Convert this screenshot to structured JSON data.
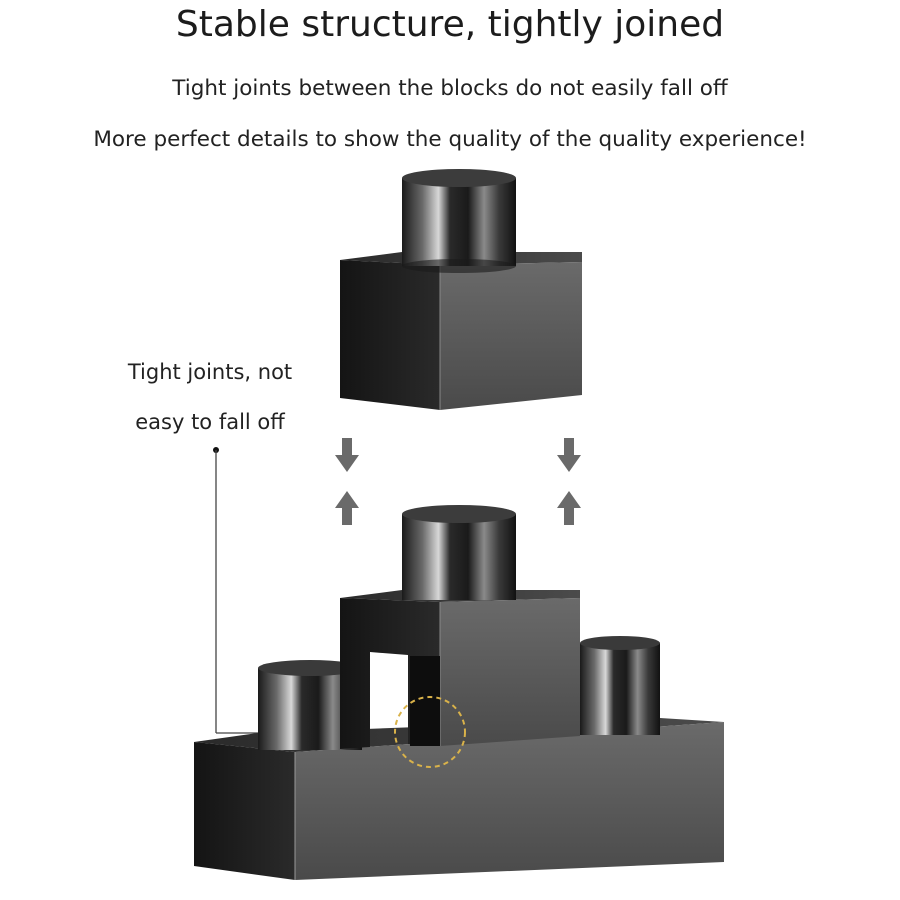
{
  "header": {
    "title": "Stable structure, tightly joined",
    "subtitle_line1": "Tight joints between the blocks do not easily fall off",
    "subtitle_line2": "More perfect details to show the quality of the quality experience!"
  },
  "callout": {
    "line1": "Tight joints, not",
    "line2": "easy to fall off"
  },
  "colors": {
    "block_front": "#5a5a5a",
    "block_side": "#1f1f1f",
    "block_top": "#3a3a3a",
    "arrow": "#6a6a6a",
    "highlight_circle": "#d9b24a"
  },
  "icons": [
    "arrow-down-icon",
    "arrow-up-icon"
  ]
}
